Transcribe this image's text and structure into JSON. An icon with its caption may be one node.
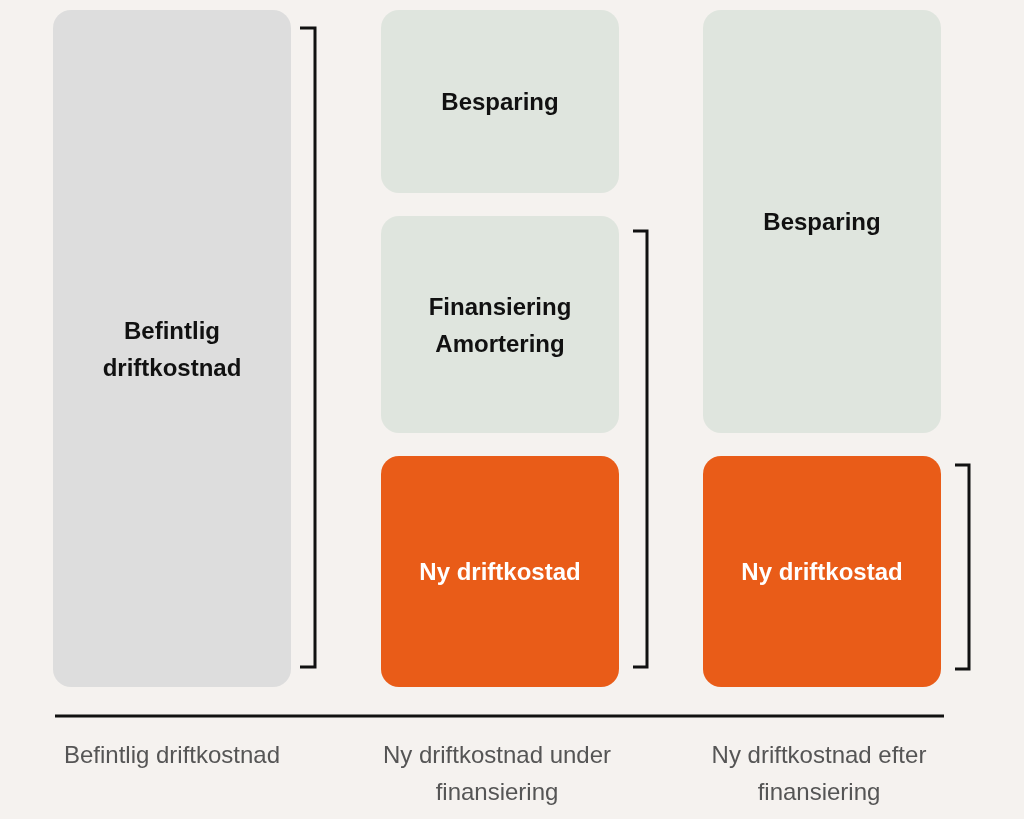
{
  "diagram": {
    "nodes": [
      {
        "text": [
          "Befintlig driftkostnad"
        ]
      },
      {
        "text": [
          "Besparing"
        ]
      },
      {
        "text": [
          "Finansiering Amortering"
        ]
      },
      {
        "text": [
          "Ny driftkostad"
        ]
      },
      {
        "text": [
          "Besparing"
        ]
      },
      {
        "text": [
          "Ny driftkostad"
        ]
      }
    ],
    "labels": [
      "Befintlig driftkostnad",
      "Ny driftkostnad under finansiering",
      "Ny driftkostnad efter finansiering"
    ]
  }
}
